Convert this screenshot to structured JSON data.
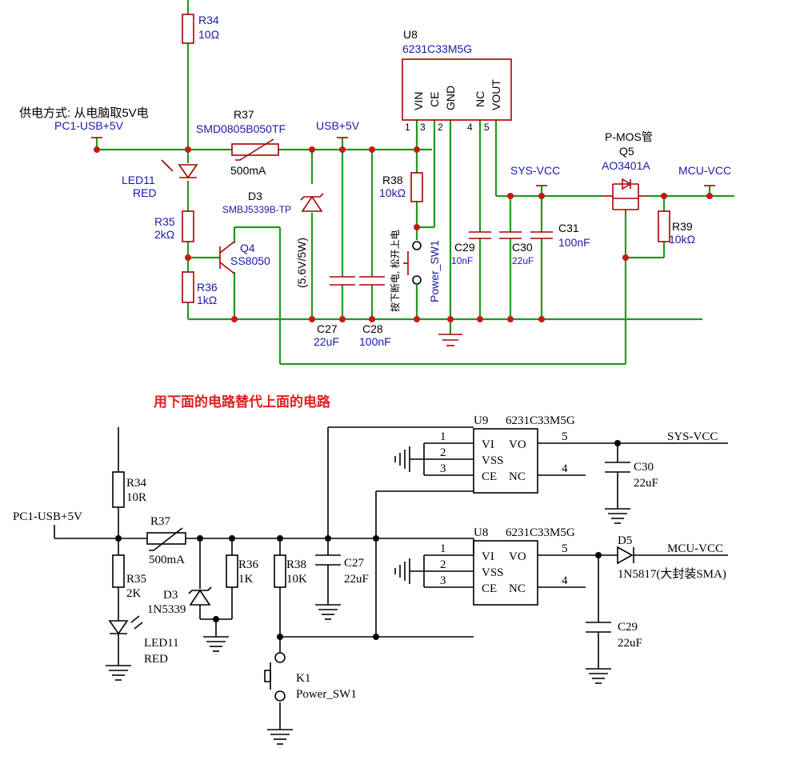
{
  "top": {
    "supply_note": "供电方式: 从电脑取5V电",
    "port_pc1": "PC1-USB+5V",
    "port_usb5v": "USB+5V",
    "port_sysvcc": "SYS-VCC",
    "port_mcuvcc": "MCU-VCC",
    "r34": {
      "ref": "R34",
      "val": "10Ω"
    },
    "r37": {
      "ref": "R37",
      "part": "SMD0805B050TF",
      "val": "500mA"
    },
    "led11": {
      "ref": "LED11",
      "val": "RED"
    },
    "r35": {
      "ref": "R35",
      "val": "2kΩ"
    },
    "r36": {
      "ref": "R36",
      "val": "1kΩ"
    },
    "q4": {
      "ref": "Q4",
      "val": "SS8050"
    },
    "d3": {
      "ref": "D3",
      "part": "SMBJ5339B-TP",
      "note": "(5.6V/5W)"
    },
    "c27": {
      "ref": "C27",
      "val": "22uF"
    },
    "c28": {
      "ref": "C28",
      "val": "100nF"
    },
    "r38": {
      "ref": "R38",
      "val": "10kΩ"
    },
    "sw_note": "按下断电, 松开上电",
    "sw_name": "Power_SW1",
    "u8": {
      "ref": "U8",
      "part": "6231C33M5G",
      "pins": [
        "VIN",
        "CE",
        "GND",
        "NC",
        "VOUT"
      ],
      "pin_nums": [
        "1",
        "3",
        "2",
        "4",
        "5"
      ]
    },
    "c29": {
      "ref": "C29",
      "val": "10nF"
    },
    "c30": {
      "ref": "C30",
      "val": "22uF"
    },
    "c31": {
      "ref": "C31",
      "val": "100nF"
    },
    "q5": {
      "type": "P-MOS管",
      "ref": "Q5",
      "part": "AO3401A"
    },
    "r39": {
      "ref": "R39",
      "val": "10kΩ"
    }
  },
  "note_replace": "用下面的电路替代上面的电路",
  "bottom": {
    "port_pc1": "PC1-USB+5V",
    "r34": {
      "ref": "R34",
      "val": "10R"
    },
    "r37": {
      "ref": "R37",
      "val": "500mA"
    },
    "r35": {
      "ref": "R35",
      "val": "2K"
    },
    "led11": {
      "ref": "LED11",
      "val": "RED"
    },
    "d3": {
      "ref": "D3",
      "val": "1N5339"
    },
    "r36": {
      "ref": "R36",
      "val": "1K"
    },
    "r38": {
      "ref": "R38",
      "val": "10K"
    },
    "c27": {
      "ref": "C27",
      "val": "22uF"
    },
    "k1": {
      "ref": "K1",
      "val": "Power_SW1"
    },
    "u9": {
      "ref": "U9",
      "part": "6231C33M5G",
      "pins_left": [
        "VI",
        "VSS",
        "CE"
      ],
      "pins_right": [
        "VO",
        "NC"
      ],
      "nums_left": [
        "1",
        "2",
        "3"
      ],
      "nums_right": [
        "5",
        "4"
      ]
    },
    "u8": {
      "ref": "U8",
      "part": "6231C33M5G",
      "pins_left": [
        "VI",
        "VSS",
        "CE"
      ],
      "pins_right": [
        "VO",
        "NC"
      ],
      "nums_left": [
        "1",
        "2",
        "3"
      ],
      "nums_right": [
        "5",
        "4"
      ]
    },
    "port_sysvcc": "SYS-VCC",
    "c30": {
      "ref": "C30",
      "val": "22uF"
    },
    "port_mcuvcc": "MCU-VCC",
    "d5": {
      "ref": "D5",
      "val": "1N5817(大封装SMA)"
    },
    "c29": {
      "ref": "C29",
      "val": "22uF"
    }
  }
}
